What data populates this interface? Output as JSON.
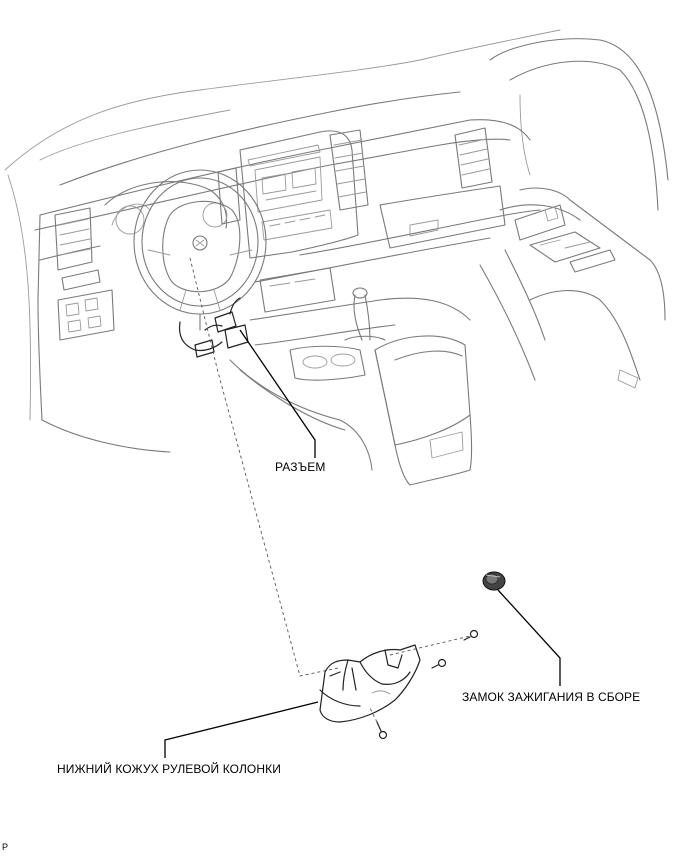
{
  "labels": {
    "connector": "РАЗЪЕМ",
    "ignition_switch": "ЗАМОК ЗАЖИГАНИЯ В СБОРЕ",
    "lower_column_cover": "НИЖНИЙ КОЖУХ РУЛЕВОЙ КОЛОНКИ",
    "figure_code": "P"
  },
  "colors": {
    "line": "#7a7a7a",
    "leader": "#000000"
  }
}
